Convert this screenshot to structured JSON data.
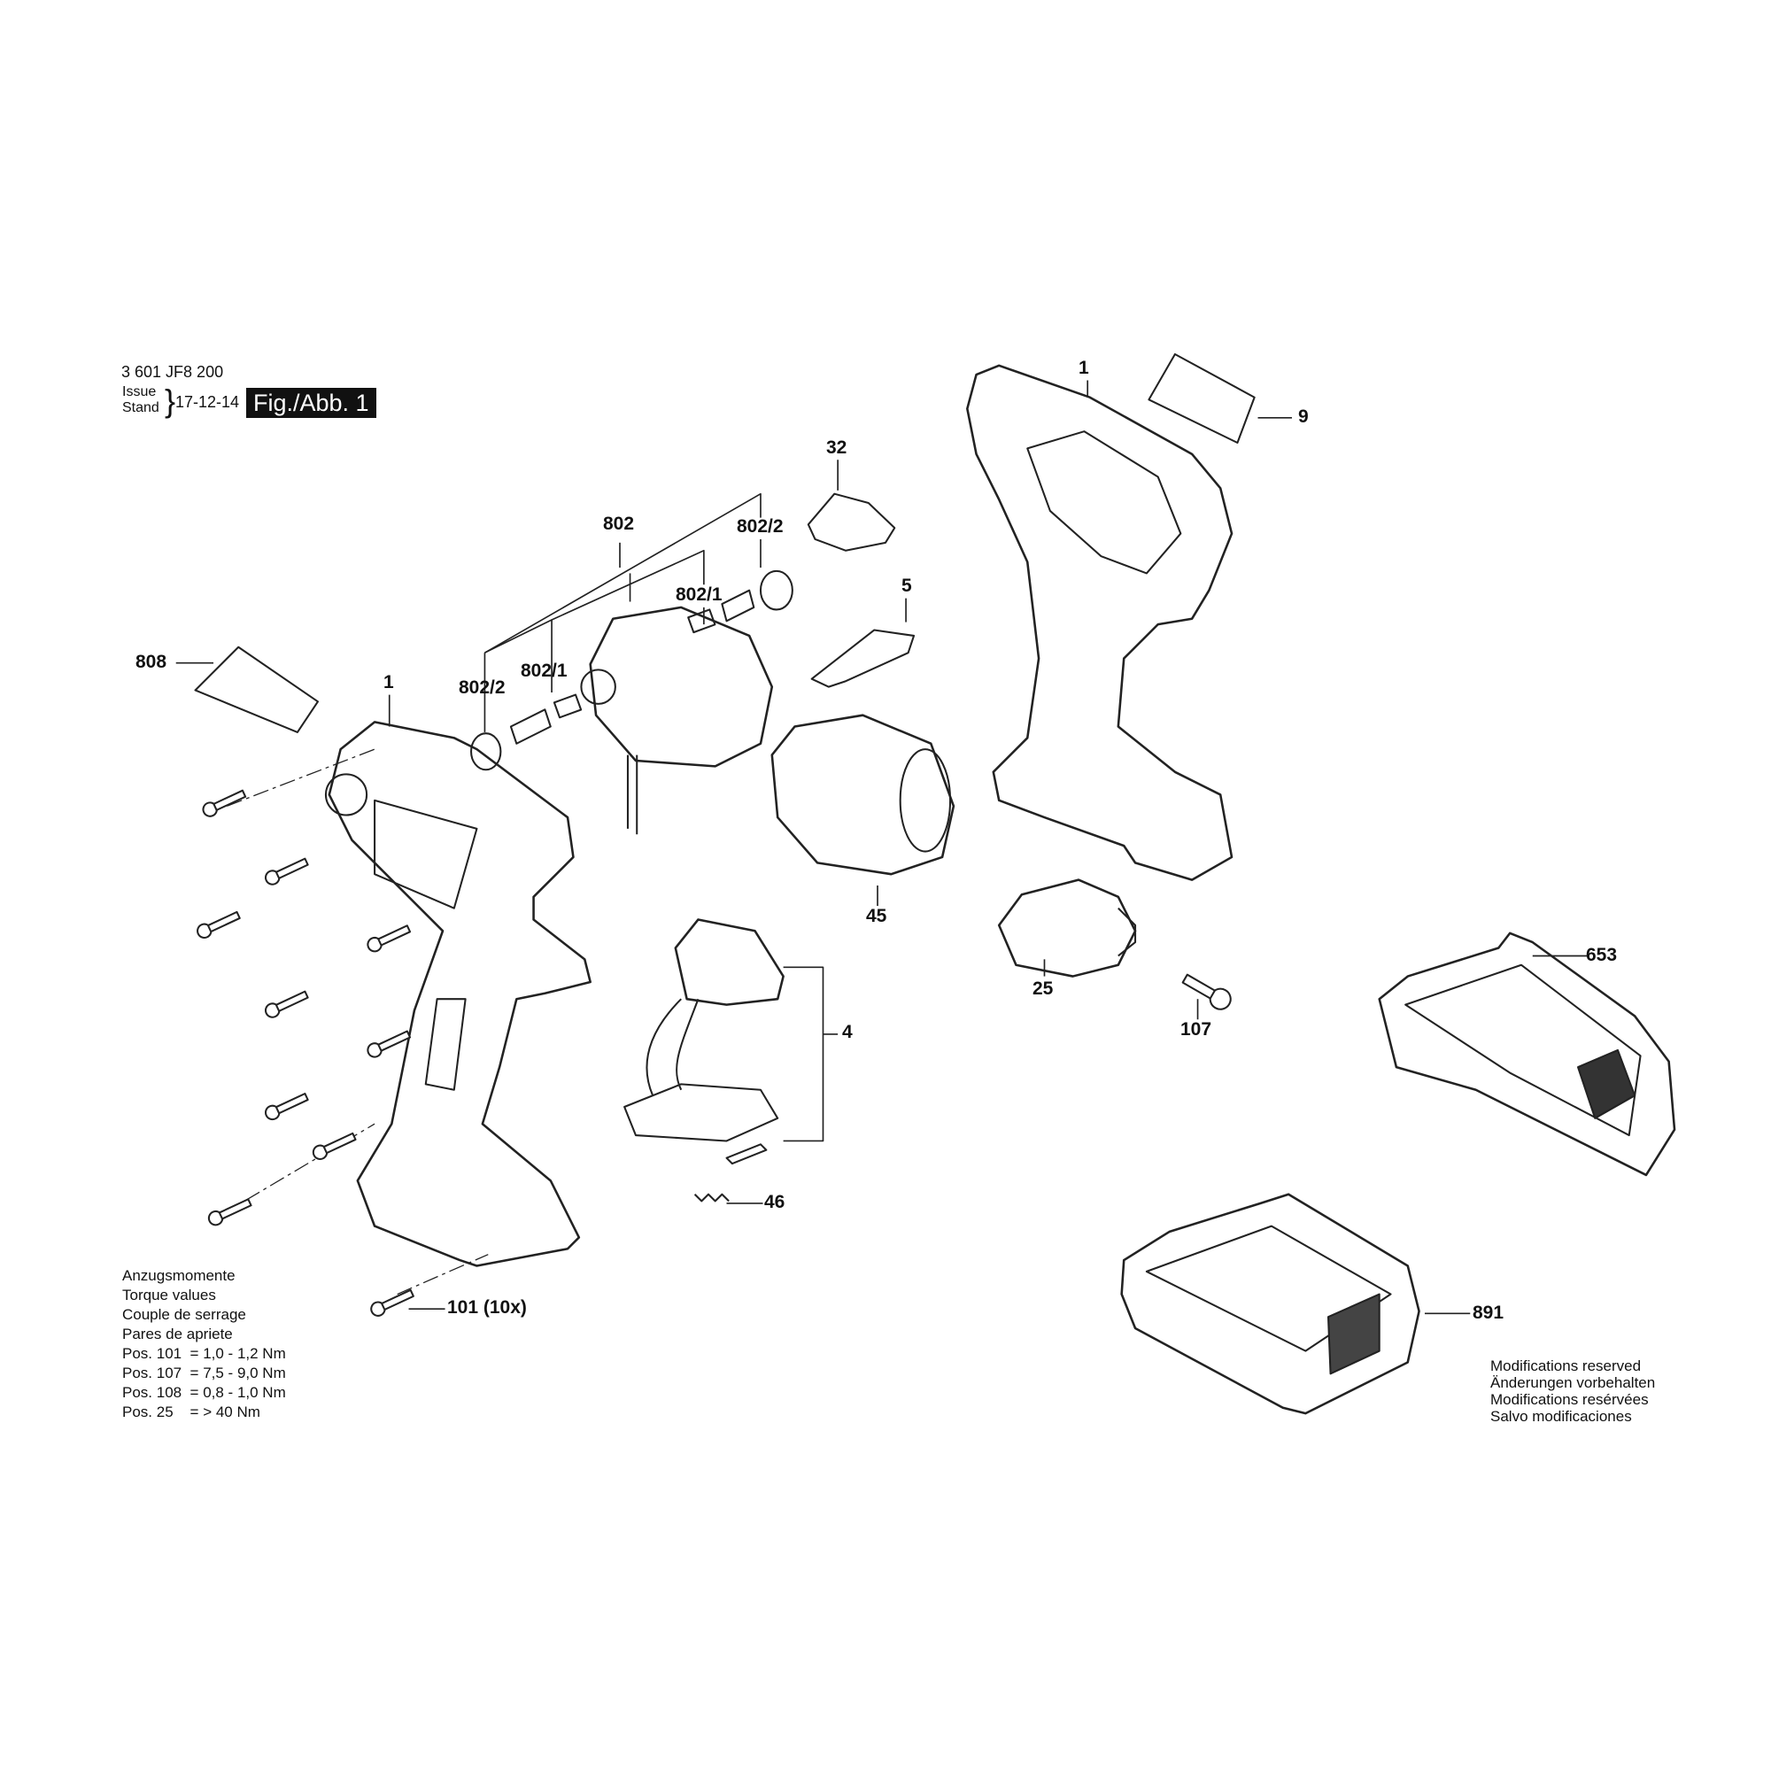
{
  "header": {
    "part_number": "3 601 JF8 200",
    "issue_label": "Issue",
    "stand_label": "Stand",
    "date": "17-12-14",
    "figure_label": "Fig./Abb. 1"
  },
  "callouts": {
    "housing_right": "1",
    "label_9": "9",
    "part_32": "32",
    "motor_802": "802",
    "part_802_2_top": "802/2",
    "part_802_1_top": "802/1",
    "part_5": "5",
    "label_808": "808",
    "housing_left": "1",
    "part_802_2_left": "802/2",
    "part_802_1_left": "802/1",
    "gearbox_45": "45",
    "switch_4": "4",
    "chuck_25": "25",
    "charger_653": "653",
    "screw_107": "107",
    "spring_46": "46",
    "screws_101": "101 (10x)",
    "battery_891": "891"
  },
  "torque": {
    "lines": [
      "Anzugsmomente",
      "Torque values",
      "Couple de serrage",
      "Pares de apriete"
    ],
    "values": [
      "Pos. 101  = 1,0 - 1,2 Nm",
      "Pos. 107  = 7,5 - 9,0 Nm",
      "Pos. 108  = 0,8 - 1,0 Nm",
      "Pos. 25    = > 40 Nm"
    ]
  },
  "notice": [
    "Modifications reserved",
    "Änderungen vorbehalten",
    "Modifications resérvées",
    "Salvo modificaciones"
  ]
}
